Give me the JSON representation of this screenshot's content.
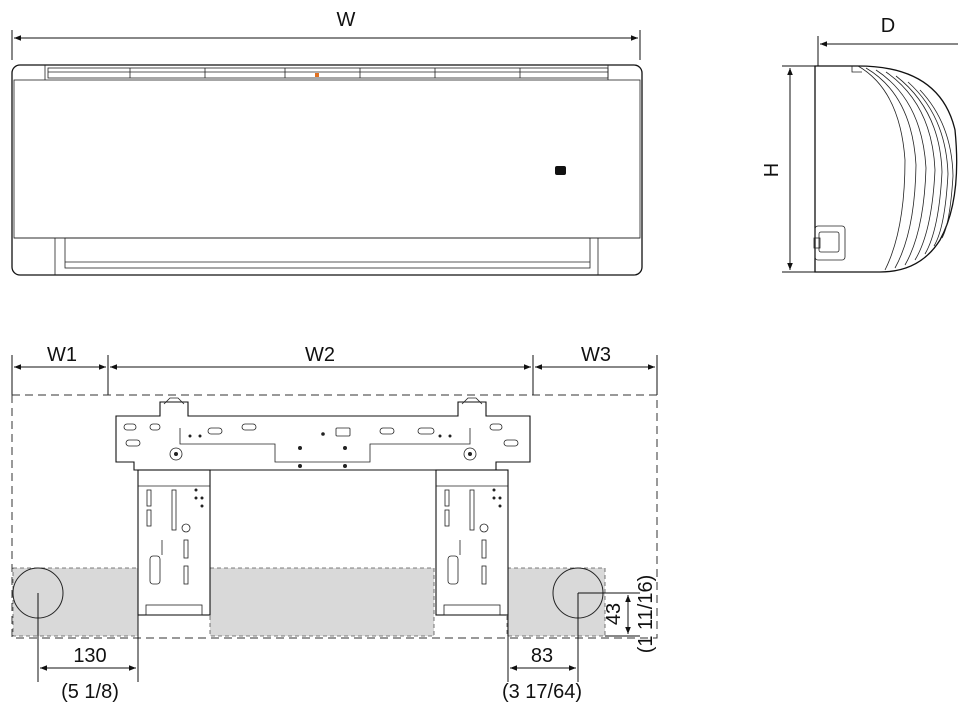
{
  "front_view": {
    "width_label": "W"
  },
  "side_view": {
    "depth_label": "D",
    "height_label": "H"
  },
  "mounting_plate": {
    "w1_label": "W1",
    "w2_label": "W2",
    "w3_label": "W3",
    "left_pipe_offset": "130",
    "left_pipe_offset_in": "(5 1/8)",
    "right_pipe_offset": "83",
    "right_pipe_offset_in": "(3 17/64)",
    "pipe_height": "43",
    "pipe_height_in": "(1 11/16)"
  }
}
